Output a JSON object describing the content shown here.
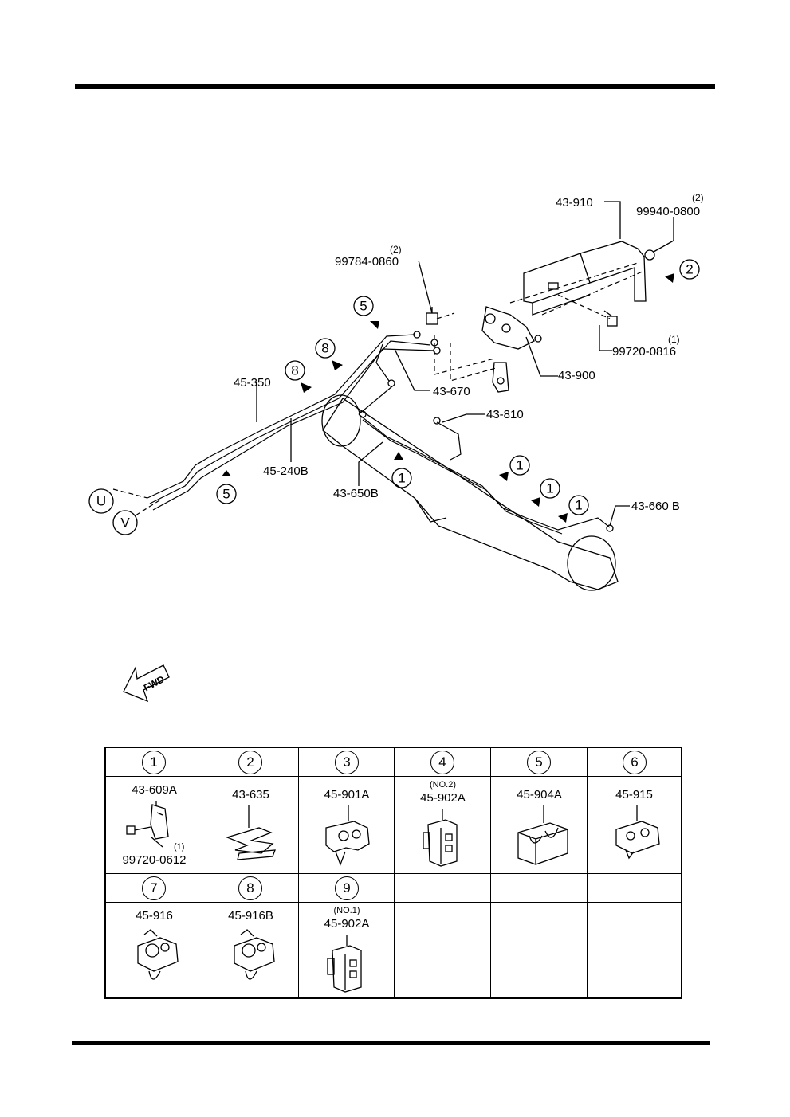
{
  "diagram": {
    "labels": {
      "p43_910": "43-910",
      "p99940_0800": "99940-0800",
      "q99940": "(2)",
      "p99784_0860": "99784-0860",
      "q99784": "(2)",
      "p99720_0816": "99720-0816",
      "q99720": "(1)",
      "p43_900": "43-900",
      "p43_670": "43-670",
      "p43_810": "43-810",
      "p45_350": "45-350",
      "p45_240B": "45-240B",
      "p43_650B": "43-650B",
      "p43_660B": "43-660 B"
    },
    "callouts": [
      "2",
      "5",
      "8",
      "8",
      "5",
      "1",
      "1",
      "1",
      "1"
    ],
    "connectors": [
      "U",
      "V"
    ],
    "fwd_label": "FWD"
  },
  "table": {
    "headers": [
      "1",
      "2",
      "3",
      "4",
      "5",
      "6",
      "7",
      "8",
      "9"
    ],
    "cells": [
      {
        "part": "43-609A",
        "sub_part": "99720-0612",
        "sub_qty": "(1)",
        "icon": "clip-with-bolt-icon"
      },
      {
        "part": "43-635",
        "icon": "spring-clip-icon"
      },
      {
        "part": "45-901A",
        "icon": "pipe-clip-icon"
      },
      {
        "part": "45-902A",
        "note": "(NO.2)",
        "icon": "clamp-block-icon"
      },
      {
        "part": "45-904A",
        "icon": "pipe-holder-icon"
      },
      {
        "part": "45-915",
        "icon": "double-pipe-clip-icon"
      },
      {
        "part": "45-916",
        "icon": "pipe-clip-icon"
      },
      {
        "part": "45-916B",
        "icon": "pipe-clip-icon"
      },
      {
        "part": "45-902A",
        "note": "(NO.1)",
        "icon": "clamp-block-icon"
      }
    ]
  }
}
